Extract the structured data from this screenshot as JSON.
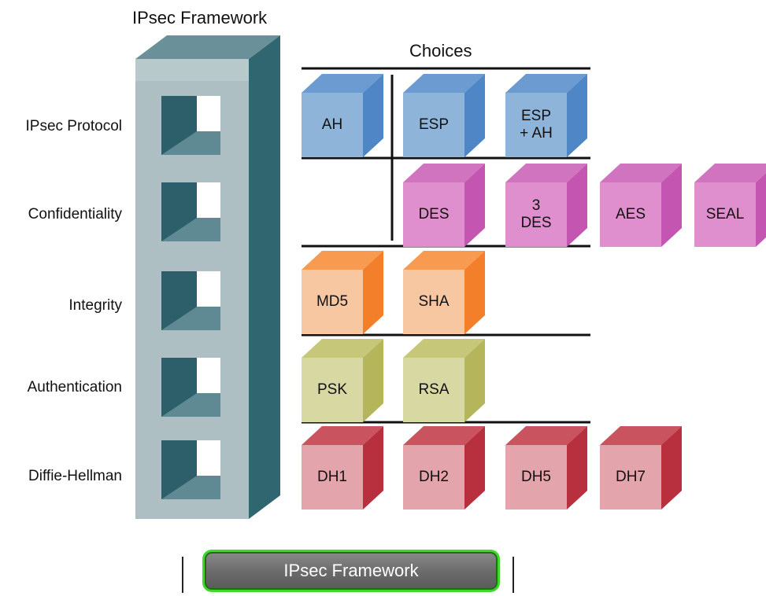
{
  "title": "IPsec Framework",
  "choices_title": "Choices",
  "rows": [
    {
      "label": "IPsec Protocol",
      "options": [
        "AH",
        "ESP",
        "ESP\n+ AH"
      ]
    },
    {
      "label": "Confidentiality",
      "options": [
        "DES",
        "3\nDES",
        "AES",
        "SEAL"
      ]
    },
    {
      "label": "Integrity",
      "options": [
        "MD5",
        "SHA"
      ]
    },
    {
      "label": "Authentication",
      "options": [
        "PSK",
        "RSA"
      ]
    },
    {
      "label": "Diffie-Hellman",
      "options": [
        "DH1",
        "DH2",
        "DH5",
        "DH7"
      ]
    }
  ],
  "colors": {
    "tower_front": "#aebfc3",
    "tower_side": "#2f6670",
    "tower_top": "#6a9099",
    "window_dark": "#2c5f69",
    "window_floor": "#5f8a93",
    "ipsec_protocol": {
      "front": "#8fb4da",
      "top": "#6b9bd0",
      "side": "#4f87c6"
    },
    "confidentiality": {
      "front": "#e08fce",
      "top": "#d074c0",
      "side": "#c456b1"
    },
    "integrity": {
      "front": "#f7c7a1",
      "top": "#f89a4f",
      "side": "#f47f2a"
    },
    "authentication": {
      "front": "#d8d8a2",
      "top": "#c7c77a",
      "side": "#b5b55c"
    },
    "diffie_hellman": {
      "front": "#e4a4ab",
      "top": "#c9535e",
      "side": "#b8303e"
    },
    "button_border": "#3fd82c"
  },
  "button": {
    "label": "IPsec Framework"
  }
}
